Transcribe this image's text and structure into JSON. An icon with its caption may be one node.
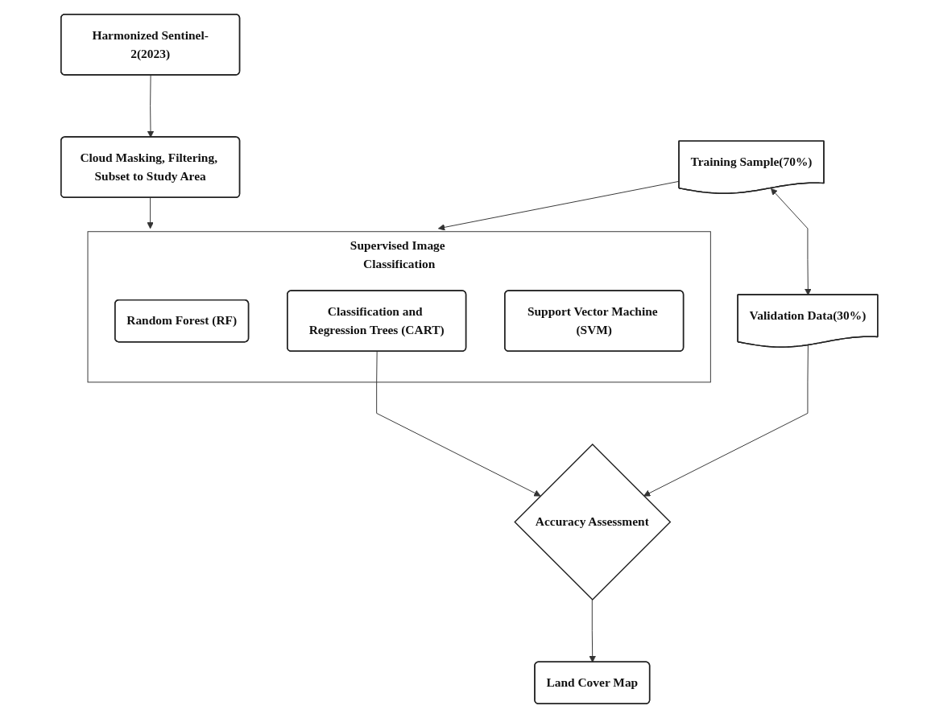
{
  "diagram": {
    "nodes": [
      {
        "text": [
          "Harmonized Sentinel-2(2023)"
        ]
      },
      {
        "text": [
          "Cloud Masking, Filtering, Subset to Study Area"
        ]
      },
      {
        "text": [
          "Training Sample(70%)"
        ]
      },
      {
        "text": [
          "Supervised Image Classification"
        ]
      },
      {
        "text": [
          "Random Forest (RF)"
        ],
        "in": 3
      },
      {
        "text": [
          "Classification and Regression Trees (CART)"
        ],
        "in": 3
      },
      {
        "text": [
          "Support Vector Machine (SVM)"
        ],
        "in": 3
      },
      {
        "text": [
          "Validation Data(30%)"
        ]
      },
      {
        "text": [
          "Accuracy Assessment"
        ]
      },
      {
        "text": [
          "Land Cover Map"
        ]
      }
    ],
    "edges": [
      {
        "from": 0,
        "to": 1,
        "arrow": "to"
      },
      {
        "from": 1,
        "to": 3,
        "arrow": "to"
      },
      {
        "from": 2,
        "to": 3,
        "arrow": "to"
      },
      {
        "from": 2,
        "to": 7,
        "arrow": "both"
      },
      {
        "from": 5,
        "to": 8,
        "arrow": "to"
      },
      {
        "from": 7,
        "to": 8,
        "arrow": "to"
      },
      {
        "from": 8,
        "to": 9,
        "arrow": "to"
      }
    ]
  }
}
